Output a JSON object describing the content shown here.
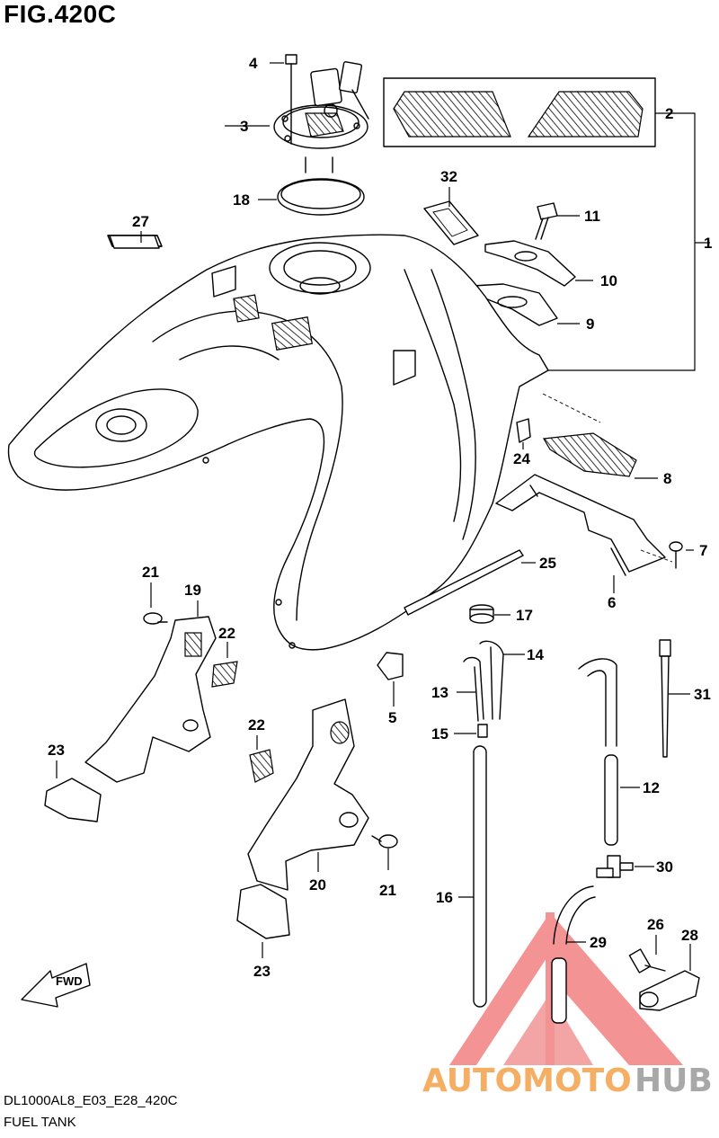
{
  "figure": {
    "title": "FIG.420C",
    "model_code": "DL1000AL8_E03_E28_420C",
    "caption": "FUEL TANK"
  },
  "callouts": [
    {
      "id": "c1",
      "label": "1"
    },
    {
      "id": "c2",
      "label": "2"
    },
    {
      "id": "c3",
      "label": "3"
    },
    {
      "id": "c4",
      "label": "4"
    },
    {
      "id": "c5",
      "label": "5"
    },
    {
      "id": "c6",
      "label": "6"
    },
    {
      "id": "c7",
      "label": "7"
    },
    {
      "id": "c8",
      "label": "8"
    },
    {
      "id": "c9",
      "label": "9"
    },
    {
      "id": "c10",
      "label": "10"
    },
    {
      "id": "c11",
      "label": "11"
    },
    {
      "id": "c12",
      "label": "12"
    },
    {
      "id": "c13",
      "label": "13"
    },
    {
      "id": "c14",
      "label": "14"
    },
    {
      "id": "c15",
      "label": "15"
    },
    {
      "id": "c16",
      "label": "16"
    },
    {
      "id": "c17",
      "label": "17"
    },
    {
      "id": "c18",
      "label": "18"
    },
    {
      "id": "c19",
      "label": "19"
    },
    {
      "id": "c20",
      "label": "20"
    },
    {
      "id": "c21a",
      "label": "21"
    },
    {
      "id": "c21b",
      "label": "21"
    },
    {
      "id": "c22a",
      "label": "22"
    },
    {
      "id": "c22b",
      "label": "22"
    },
    {
      "id": "c23a",
      "label": "23"
    },
    {
      "id": "c23b",
      "label": "23"
    },
    {
      "id": "c24",
      "label": "24"
    },
    {
      "id": "c25",
      "label": "25"
    },
    {
      "id": "c26",
      "label": "26"
    },
    {
      "id": "c27",
      "label": "27"
    },
    {
      "id": "c28",
      "label": "28"
    },
    {
      "id": "c29",
      "label": "29"
    },
    {
      "id": "c30",
      "label": "30"
    },
    {
      "id": "c31",
      "label": "31"
    },
    {
      "id": "c32",
      "label": "32"
    }
  ],
  "direction_arrow": {
    "label": "FWD"
  },
  "watermark": {
    "part1": "AUTOMOTO",
    "part2": "HUB",
    "color_primary": "#f4a24a",
    "color_secondary": "#9a9a9a",
    "color_logo": "#f07070"
  }
}
